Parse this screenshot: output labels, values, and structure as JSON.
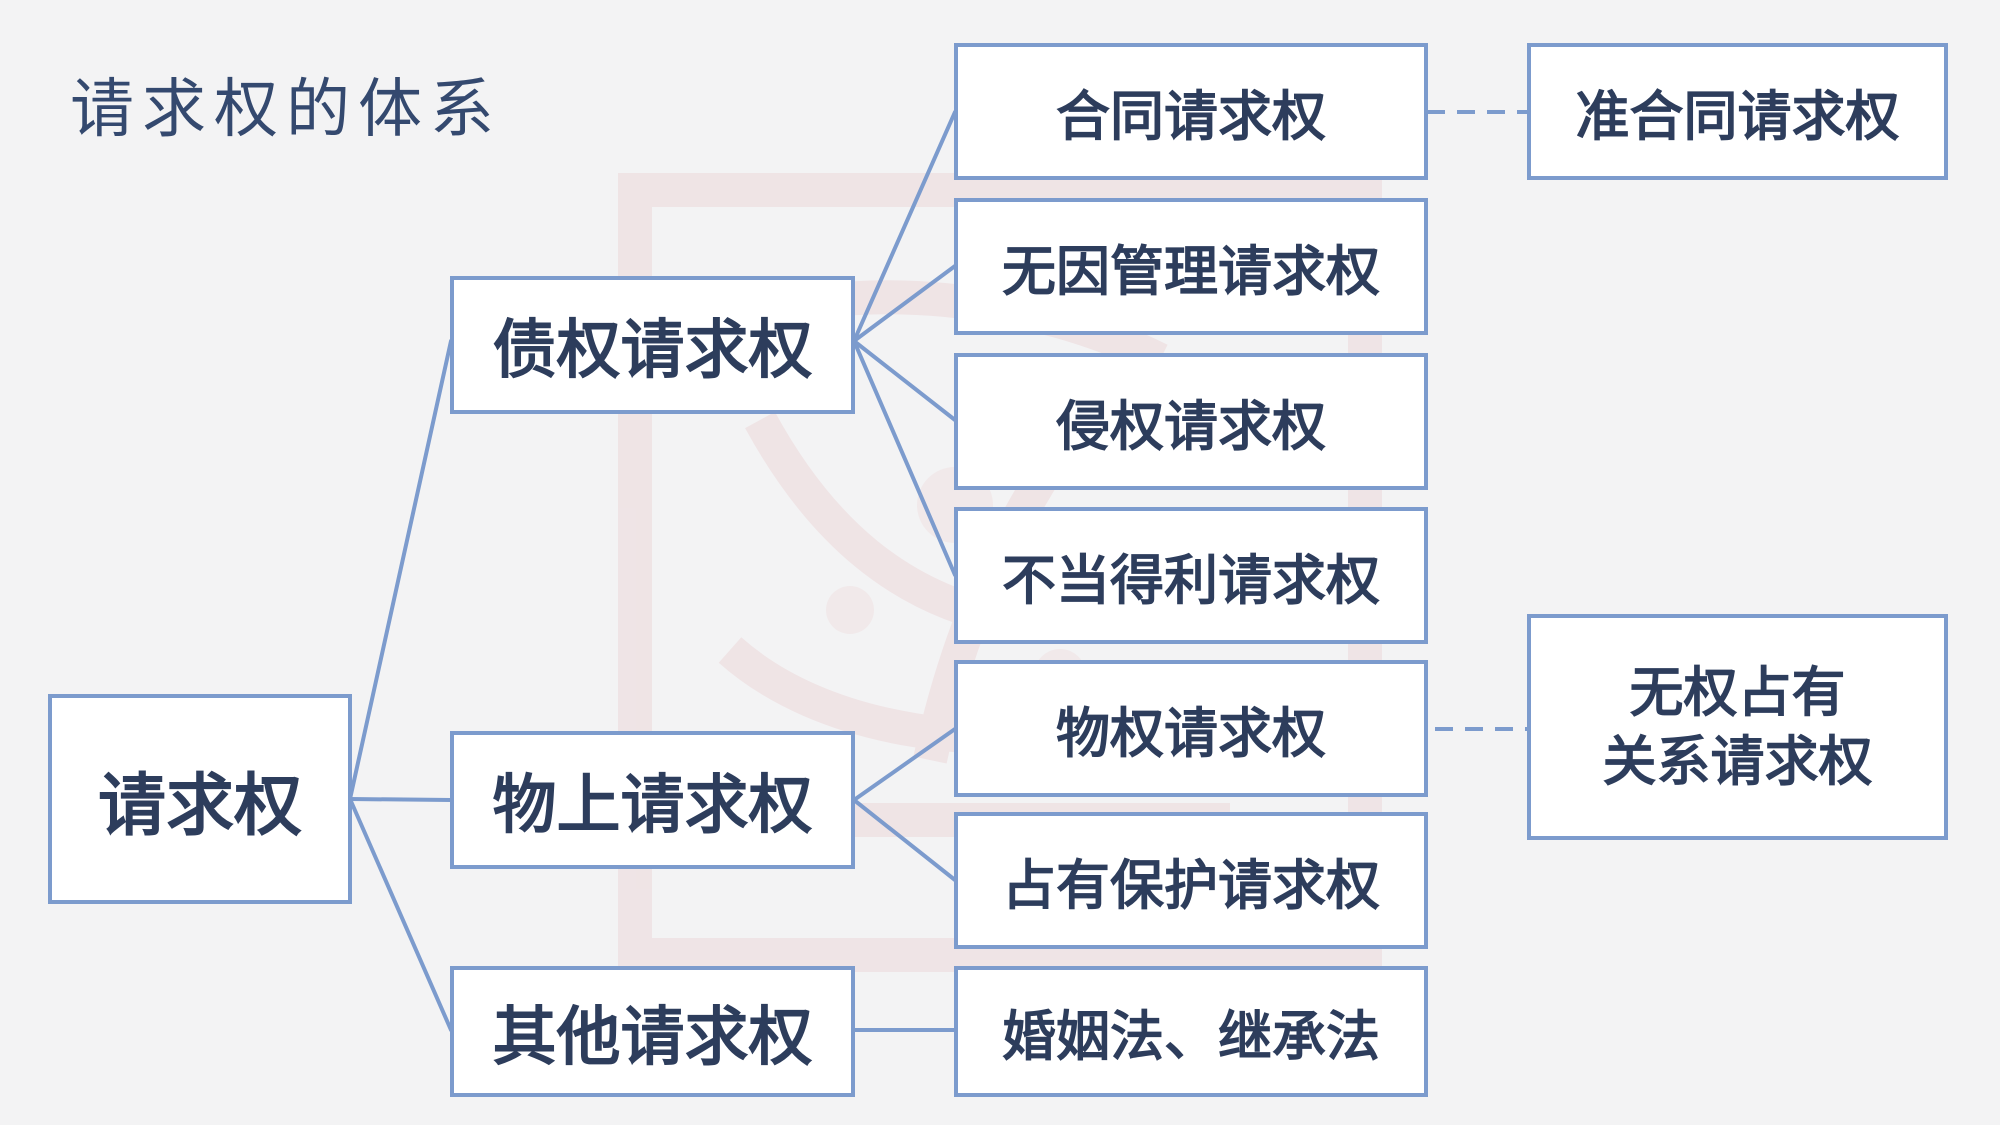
{
  "title": "请求权的体系",
  "nodes": {
    "root": "请求权",
    "debt": "债权请求权",
    "real": "物上请求权",
    "other": "其他请求权",
    "contract": "合同请求权",
    "management": "无因管理请求权",
    "tort": "侵权请求权",
    "enrichment": "不当得利请求权",
    "property": "物权请求权",
    "possession": "占有保护请求权",
    "family": "婚姻法、继承法",
    "quasi_contract": "准合同请求权",
    "unauthorized_line1": "无权占有",
    "unauthorized_line2": "关系请求权"
  },
  "colors": {
    "background": "#f3f3f4",
    "box_border": "#7c9bcd",
    "box_fill": "#ffffff",
    "text": "#2d3d5c",
    "title": "#34496f",
    "watermark": "#efe1e2"
  }
}
